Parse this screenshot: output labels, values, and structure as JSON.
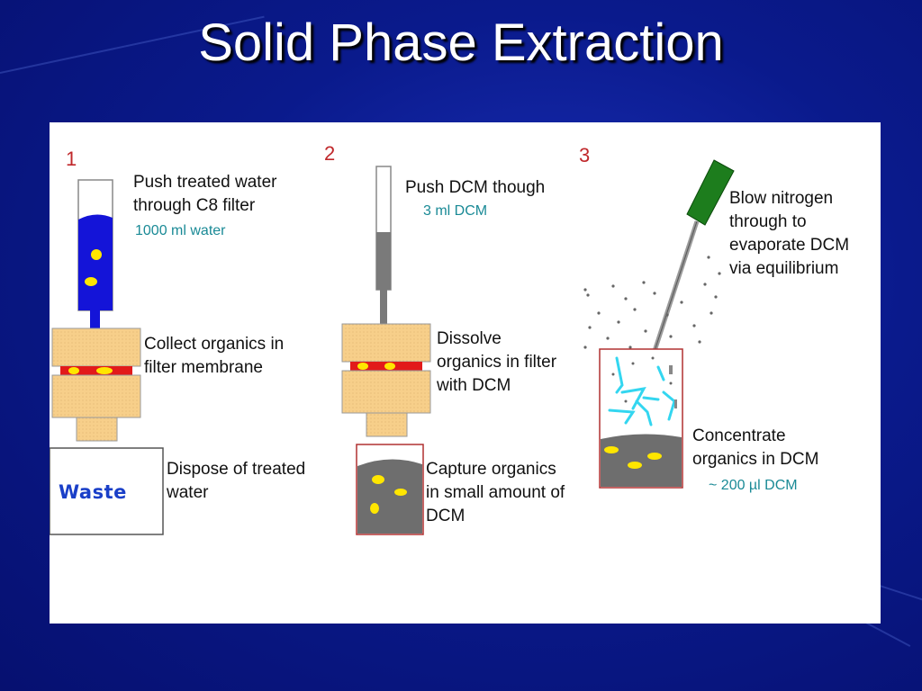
{
  "title": "Solid Phase Extraction",
  "steps": [
    {
      "number": "1",
      "push_text": "Push treated water\nthrough C8 filter",
      "volume": "1000 ml water",
      "collect_text": "Collect organics in\nfilter membrane",
      "waste_label": "Waste",
      "dispose_text": "Dispose of treated\nwater"
    },
    {
      "number": "2",
      "push_text": "Push DCM though",
      "volume": "3 ml DCM",
      "dissolve_text": "Dissolve\norganics in filter\nwith DCM",
      "capture_text": "Capture organics\nin small amount of\nDCM"
    },
    {
      "number": "3",
      "blow_text": "Blow nitrogen\nthrough to\nevaporate DCM\nvia equilibrium",
      "concentrate_text": "Concentrate\norganics in DCM",
      "volume": "~ 200 µl DCM"
    }
  ],
  "colors": {
    "water": "#1414d8",
    "filter": "#f7cf8a",
    "membrane": "#e21a1a",
    "organics": "#ffe600",
    "dcm": "#6e6e6e",
    "nozzle": "#1d7d1d",
    "vapor": "#33d6f0"
  }
}
